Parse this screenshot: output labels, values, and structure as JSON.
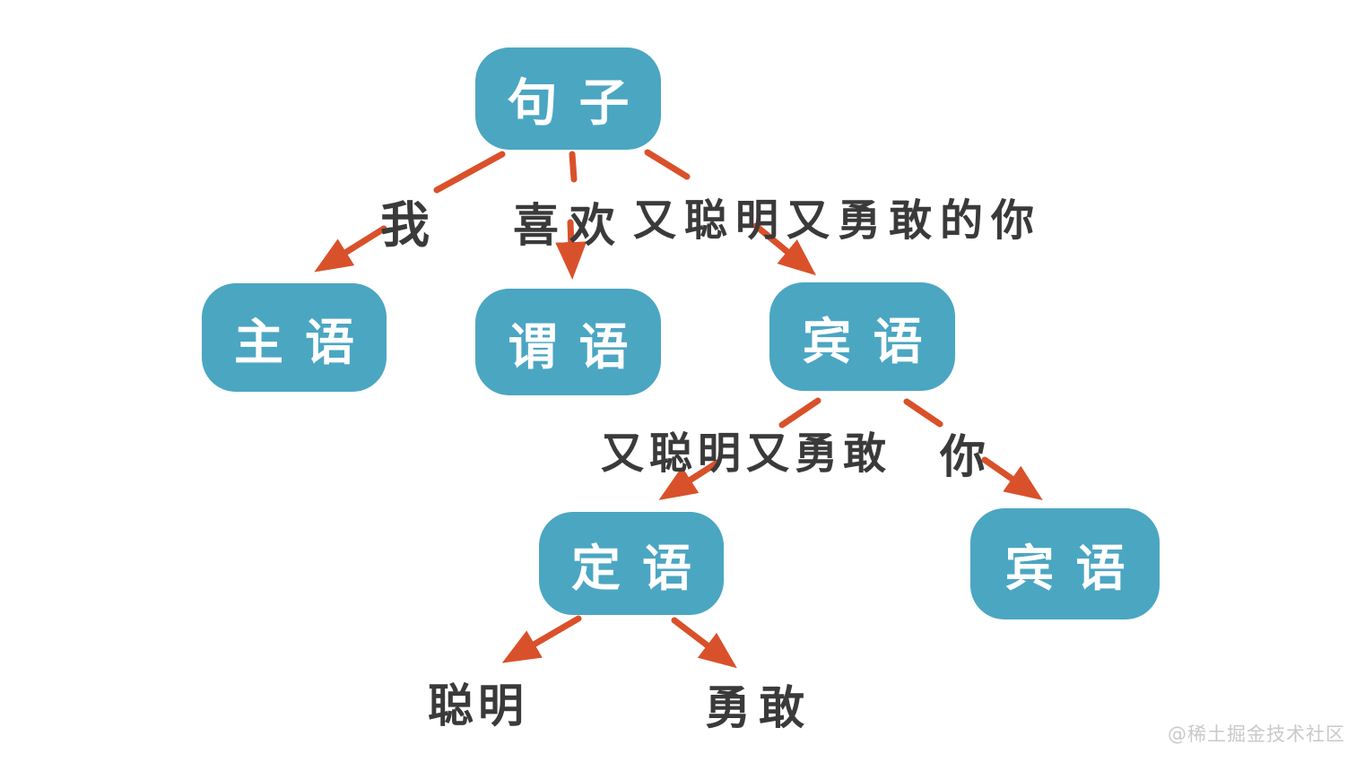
{
  "diagram": {
    "type": "grammar-parse-tree",
    "nodes": {
      "sentence": "句子",
      "subject": "主语",
      "predicate": "谓语",
      "object": "宾语",
      "attributive": "定语",
      "inner_object": "宾语"
    },
    "edge_labels": {
      "to_subject": "我",
      "to_predicate": "喜欢",
      "to_object": "又聪明又勇敢的你",
      "to_attributive": "又聪明又勇敢",
      "to_inner_object": "你"
    },
    "leaf_labels": {
      "smart": "聪明",
      "brave": "勇敢"
    },
    "colors": {
      "node_fill": "#4ba6c2",
      "node_text": "#ffffff",
      "arrow": "#d9512a",
      "label_text": "#3a3a3a",
      "watermark_text": "#c9c9c9"
    }
  },
  "watermark": "@稀土掘金技术社区"
}
